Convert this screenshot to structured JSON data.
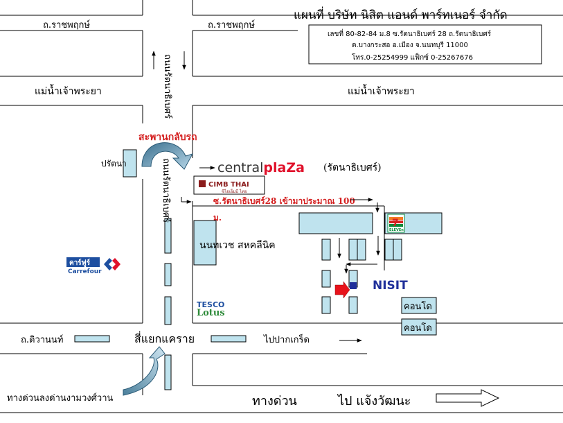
{
  "title": "แผนที่ บริษัท นิสิต แอนด์ พาร์ทเนอร์ จำกัด",
  "address": {
    "line1": "เลขที่ 80-82-84  ม.8 ซ.รัตนาธิเบศร์ 28 ถ.รัตนาธิเบศร์",
    "line2": "ต.บางกระสอ อ.เมือง จ.นนทบุรี 11000",
    "line3": "โทร.0-25254999  แฟ็กซ์ 0-25267676"
  },
  "roads": {
    "ratchaphruek_left": "ถ.ราชพฤกษ์",
    "ratchaphruek_right": "ถ.ราชพฤกษ์",
    "river_left": "แม่น้ำเจ้าพระยา",
    "river_right": "แม่น้ำเจ้าพระยา",
    "rattanathibet_upper": "ถนนรัตนาธิเบศร์",
    "rattanathibet_lower": "ถนนรัตนาธิเบศร์",
    "tiwanon": "ถ.ติวานนท์",
    "soi28": "ซ.รัตนาธิเบศร์28 เข้ามาประมาณ 100",
    "soi28_unit": "ม.",
    "to_pakkret": "ไปปากเกร็ด",
    "expressway": "ทางด่วน",
    "to_chaengwattana": "ไป แจ้งวัฒนะ",
    "expressway_exit": "ทางด่วนลงด่านงามวงศ์วาน"
  },
  "landmarks": {
    "bridge": "สะพานกลับรถ",
    "rattana": "ปรัตนา",
    "central_prefix": "central",
    "central_suffix": "pla",
    "central_z": "Z",
    "central_a": "a",
    "central_branch": "(รัตนาธิเบศร์)",
    "cimb": "CIMB THAI",
    "cimb_sub": "ซีไอเอ็มบี ไทย",
    "carrefour_th": "คาร์ฟูร์",
    "carrefour_en": "Carrefour",
    "clinic": "นนทเวช สหคลีนิค",
    "tesco": "TESCO",
    "lotus": "Lotus",
    "seven_eleven": "ELEVEn",
    "nisit": "NISIT",
    "condo1": "คอนโด",
    "condo2": "คอนโด",
    "khae_rai": "สี่แยกแคราย"
  },
  "colors": {
    "road_label_red": "#d42020",
    "brand_red": "#e0102a",
    "central_grey": "#333333",
    "block_fill": "#bfe3ee",
    "arrow_red": "#e8131b",
    "marker_blue": "#1f2f9a",
    "carrefour_blue": "#1e4fa0",
    "lotus_green": "#2e8b3a",
    "seven_green": "#0a8a3a",
    "seven_orange": "#f47b20",
    "bridge_grad": "#3a6f8e"
  }
}
